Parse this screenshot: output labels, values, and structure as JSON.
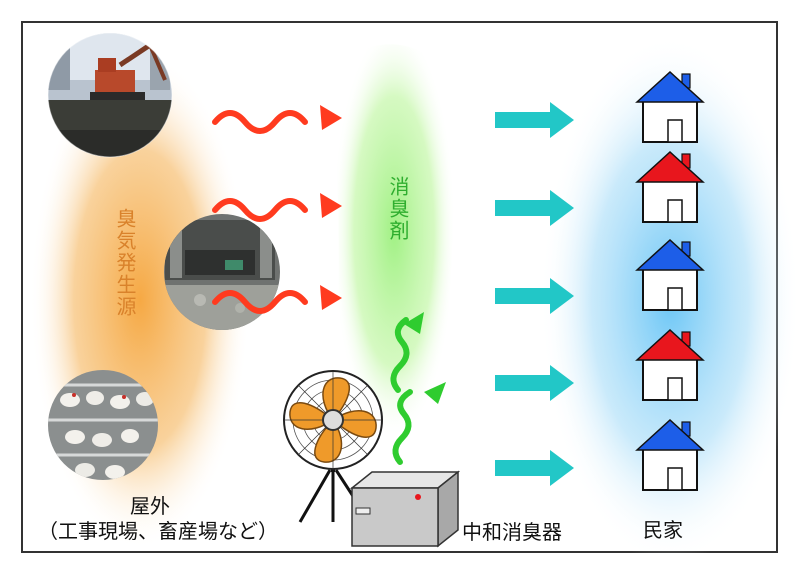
{
  "labels": {
    "odor_source": "臭気発生源",
    "deodorant": "消臭剤",
    "outdoor": "屋外",
    "outdoor_detail": "（工事現場、畜産場など）",
    "neutralizer_device": "中和消臭器",
    "residences": "民家"
  },
  "colors": {
    "frame": "#333333",
    "odor_glow": "#f5a43a",
    "deodorant_glow": "#8ef07a",
    "residence_glow": "#5cc0f5",
    "odor_wave": "#ff3b1f",
    "deodorant_wave": "#2fcc2f",
    "flow_arrow": "#22c7c7",
    "odor_label": "#d9822b",
    "deodorant_label": "#2fae2f",
    "roof_blue": "#1d5ee8",
    "roof_red": "#e8161d",
    "fan_blade": "#ef9a2a",
    "device_body": "#c9c9c9"
  },
  "icons": {
    "photo_1": "construction-site-photo",
    "photo_2": "sewage-facility-photo",
    "photo_3": "poultry-farm-photo",
    "fan": "electric-fan-icon",
    "device": "neutralizer-device-icon",
    "house": "house-icon"
  },
  "house_roofs": [
    "blue",
    "red",
    "blue",
    "red",
    "blue"
  ]
}
